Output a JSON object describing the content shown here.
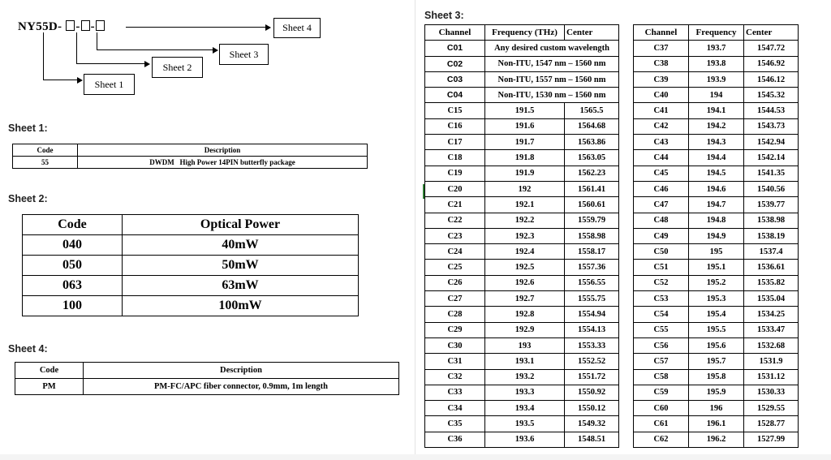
{
  "part_number": {
    "prefix": "NY55D-",
    "separator": "-"
  },
  "diagram_labels": {
    "sheet1": "Sheet 1",
    "sheet2": "Sheet 2",
    "sheet3": "Sheet 3",
    "sheet4": "Sheet 4"
  },
  "sheet1": {
    "heading": "Sheet 1:",
    "headers": [
      "Code",
      "Description"
    ],
    "rows": [
      [
        "55",
        "DWDM   High Power 14PIN butterfly package"
      ]
    ]
  },
  "sheet2": {
    "heading": "Sheet 2:",
    "headers": [
      "Code",
      "Optical Power"
    ],
    "rows": [
      [
        "040",
        "40mW"
      ],
      [
        "050",
        "50mW"
      ],
      [
        "063",
        "63mW"
      ],
      [
        "100",
        "100mW"
      ]
    ]
  },
  "sheet4": {
    "heading": "Sheet 4:",
    "headers": [
      "Code",
      "Description"
    ],
    "rows": [
      [
        "PM",
        "PM-FC/APC fiber connector, 0.9mm, 1m length"
      ]
    ]
  },
  "sheet3": {
    "heading": "Sheet 3:",
    "left_headers": [
      "Channel",
      "Frequency (THz)",
      "Center"
    ],
    "right_headers": [
      "Channel",
      "Frequency",
      "Center"
    ],
    "left_special_rows": [
      [
        "C01",
        "Any desired custom wavelength"
      ],
      [
        "C02",
        "Non-ITU, 1547 nm – 1560 nm"
      ],
      [
        "C03",
        "Non-ITU, 1557 nm – 1560 nm"
      ],
      [
        "C04",
        "Non-ITU, 1530 nm – 1560 nm"
      ]
    ],
    "left_rows": [
      [
        "C15",
        "191.5",
        "1565.5"
      ],
      [
        "C16",
        "191.6",
        "1564.68"
      ],
      [
        "C17",
        "191.7",
        "1563.86"
      ],
      [
        "C18",
        "191.8",
        "1563.05"
      ],
      [
        "C19",
        "191.9",
        "1562.23"
      ],
      [
        "C20",
        "192",
        "1561.41"
      ],
      [
        "C21",
        "192.1",
        "1560.61"
      ],
      [
        "C22",
        "192.2",
        "1559.79"
      ],
      [
        "C23",
        "192.3",
        "1558.98"
      ],
      [
        "C24",
        "192.4",
        "1558.17"
      ],
      [
        "C25",
        "192.5",
        "1557.36"
      ],
      [
        "C26",
        "192.6",
        "1556.55"
      ],
      [
        "C27",
        "192.7",
        "1555.75"
      ],
      [
        "C28",
        "192.8",
        "1554.94"
      ],
      [
        "C29",
        "192.9",
        "1554.13"
      ],
      [
        "C30",
        "193",
        "1553.33"
      ],
      [
        "C31",
        "193.1",
        "1552.52"
      ],
      [
        "C32",
        "193.2",
        "1551.72"
      ],
      [
        "C33",
        "193.3",
        "1550.92"
      ],
      [
        "C34",
        "193.4",
        "1550.12"
      ],
      [
        "C35",
        "193.5",
        "1549.32"
      ],
      [
        "C36",
        "193.6",
        "1548.51"
      ]
    ],
    "right_rows": [
      [
        "C37",
        "193.7",
        "1547.72"
      ],
      [
        "C38",
        "193.8",
        "1546.92"
      ],
      [
        "C39",
        "193.9",
        "1546.12"
      ],
      [
        "C40",
        "194",
        "1545.32"
      ],
      [
        "C41",
        "194.1",
        "1544.53"
      ],
      [
        "C42",
        "194.2",
        "1543.73"
      ],
      [
        "C43",
        "194.3",
        "1542.94"
      ],
      [
        "C44",
        "194.4",
        "1542.14"
      ],
      [
        "C45",
        "194.5",
        "1541.35"
      ],
      [
        "C46",
        "194.6",
        "1540.56"
      ],
      [
        "C47",
        "194.7",
        "1539.77"
      ],
      [
        "C48",
        "194.8",
        "1538.98"
      ],
      [
        "C49",
        "194.9",
        "1538.19"
      ],
      [
        "C50",
        "195",
        "1537.4"
      ],
      [
        "C51",
        "195.1",
        "1536.61"
      ],
      [
        "C52",
        "195.2",
        "1535.82"
      ],
      [
        "C53",
        "195.3",
        "1535.04"
      ],
      [
        "C54",
        "195.4",
        "1534.25"
      ],
      [
        "C55",
        "195.5",
        "1533.47"
      ],
      [
        "C56",
        "195.6",
        "1532.68"
      ],
      [
        "C57",
        "195.7",
        "1531.9"
      ],
      [
        "C58",
        "195.8",
        "1531.12"
      ],
      [
        "C59",
        "195.9",
        "1530.33"
      ],
      [
        "C60",
        "196",
        "1529.55"
      ],
      [
        "C61",
        "196.1",
        "1528.77"
      ],
      [
        "C62",
        "196.2",
        "1527.99"
      ]
    ]
  }
}
